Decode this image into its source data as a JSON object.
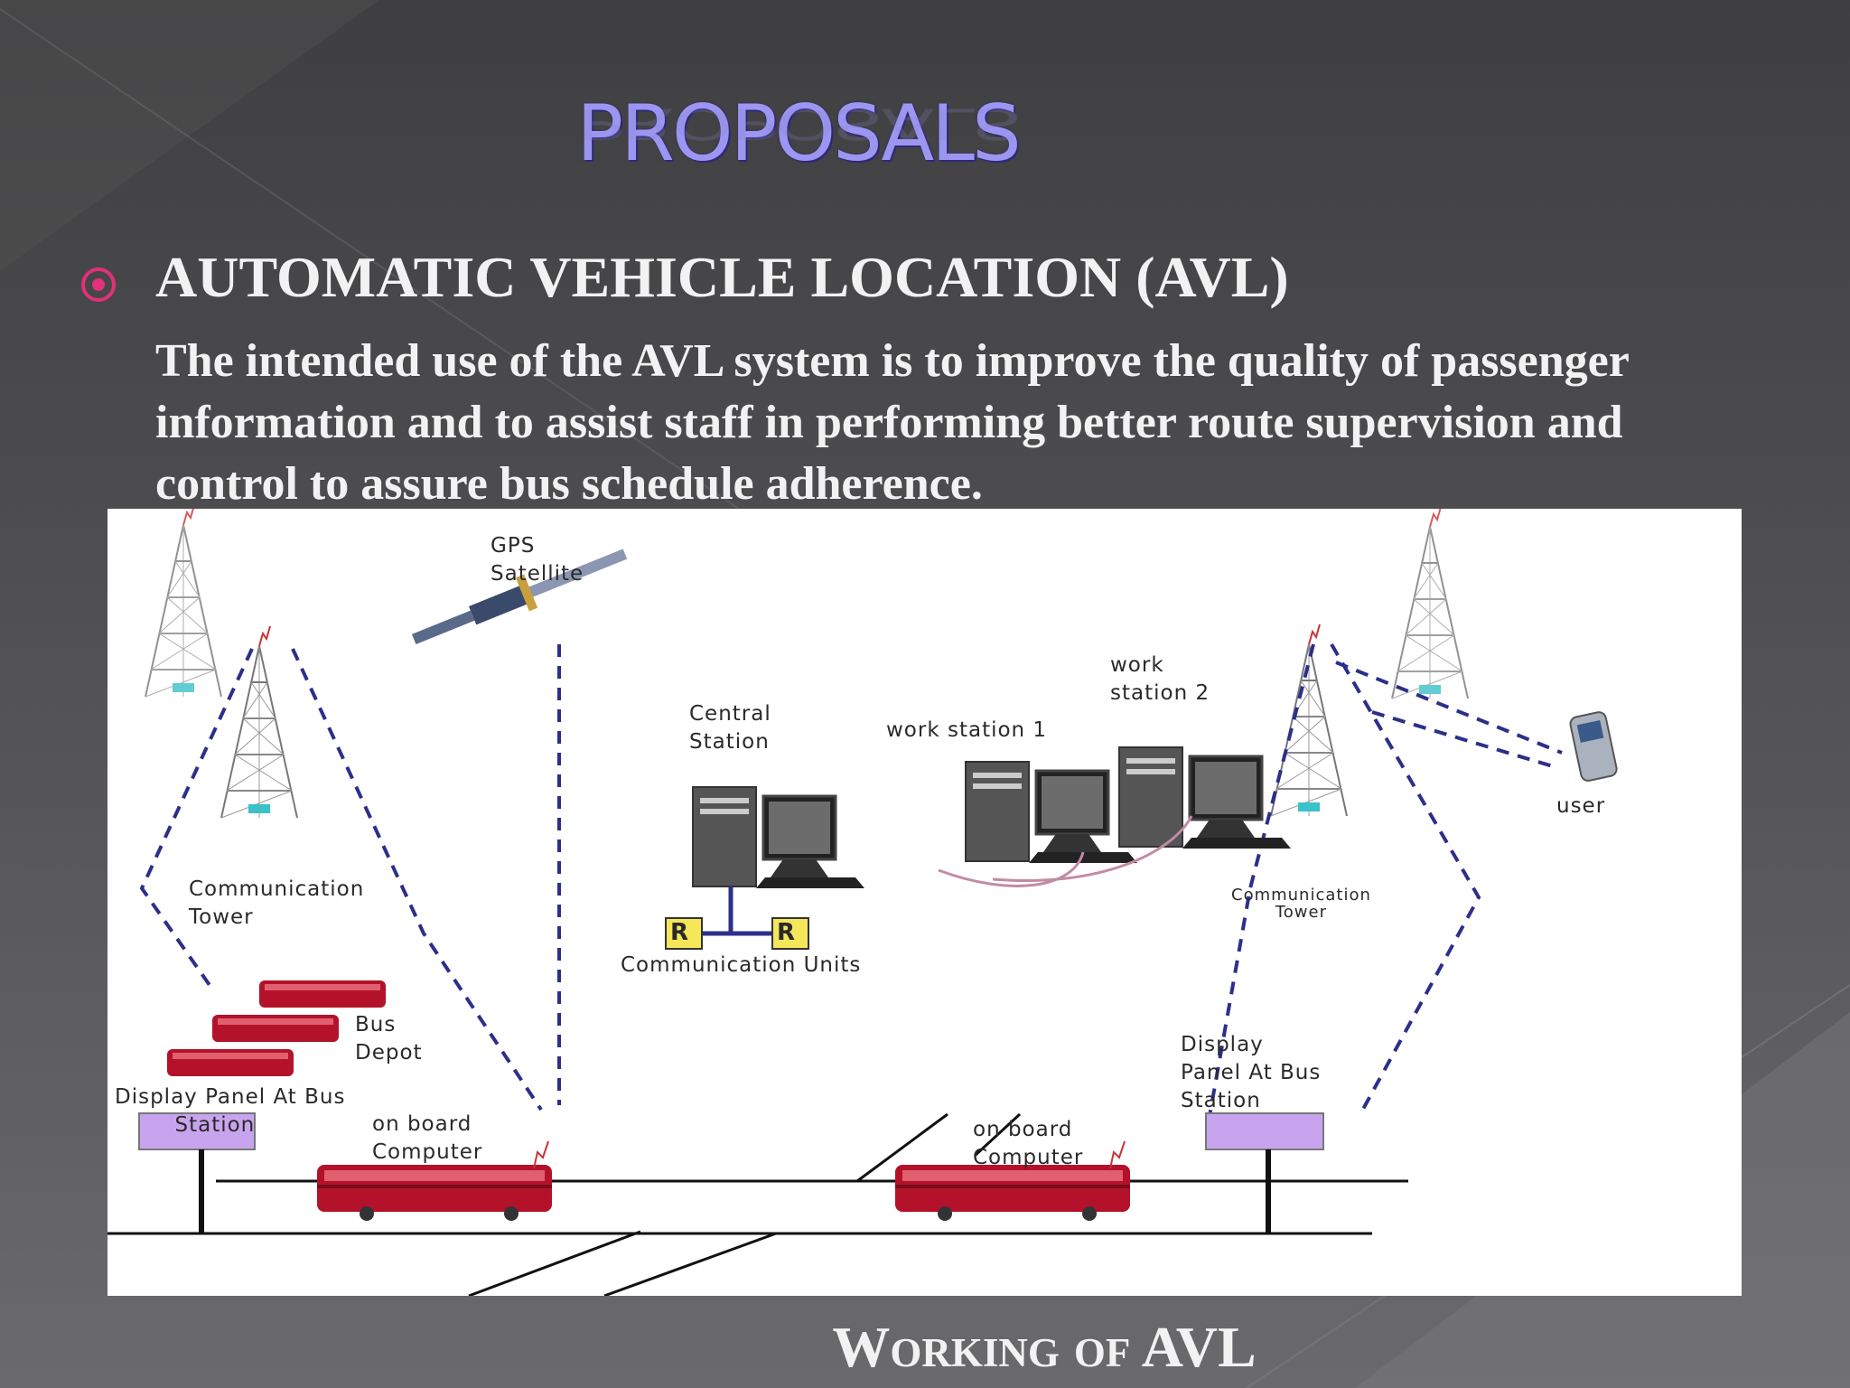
{
  "slide": {
    "title": "PROPOSALS",
    "heading": "AUTOMATIC VEHICLE LOCATION (AVL)",
    "body": "The intended use of the AVL system is to improve the quality of passenger information and to assist staff in performing better route supervision and control to assure bus schedule adherence.",
    "caption": "Working of AVL",
    "accent_color": "#e0317a",
    "title_color": "#9c96f2"
  },
  "diagram": {
    "labels": {
      "gps_satellite": "GPS\nSatellite",
      "central_station": "Central\nStation",
      "work_station_1": "work station 1",
      "work_station_2": "work\nstation 2",
      "user": "user",
      "comm_tower_left": "Communication\nTower",
      "comm_tower_right": "Communication\nTower",
      "comm_units": "Communication Units",
      "unit_r": "R",
      "bus_depot": "Bus\nDepot",
      "display_left": "Display Panel At Bus\n        Station",
      "onboard_left": "on board\nComputer",
      "onboard_right": "on board\nComputer",
      "display_right": "Display\nPanel At Bus\nStation"
    },
    "icons": [
      "tower-icon",
      "satellite-icon",
      "computer-icon",
      "bus-icon",
      "phone-icon",
      "display-panel-icon"
    ]
  }
}
